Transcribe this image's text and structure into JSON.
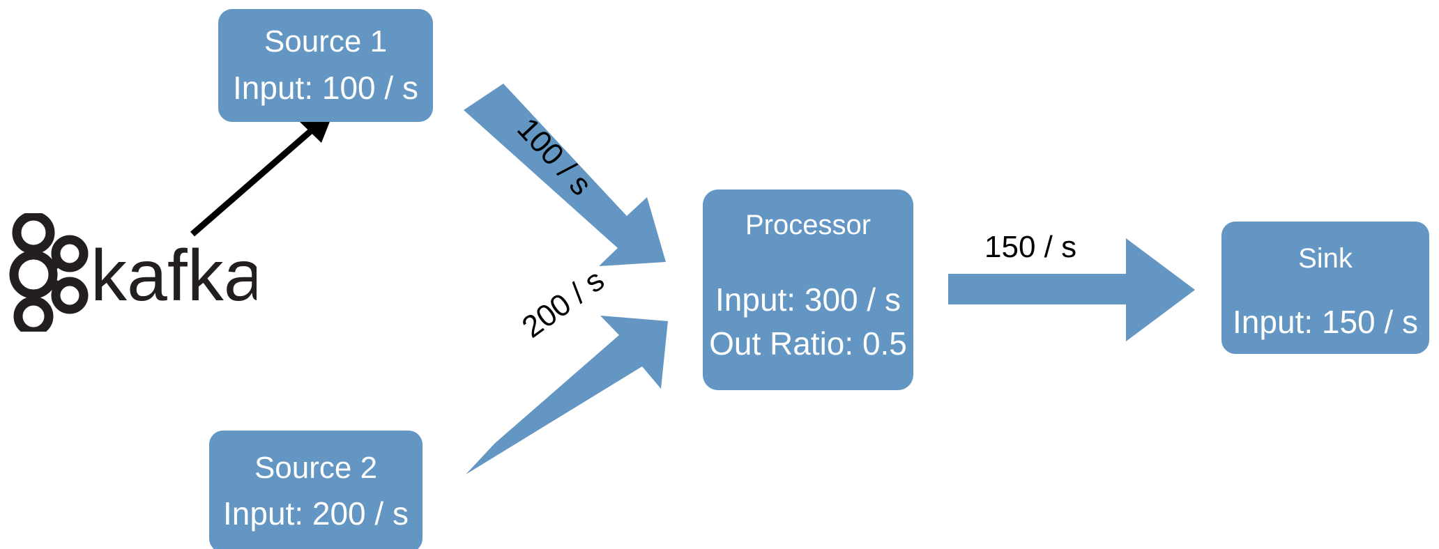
{
  "diagram": {
    "title": "Stream processing throughput diagram",
    "accent_color": "#6396C2",
    "text_on_accent": "#FFFFFF",
    "label_color": "#000000",
    "background": "#FFFFFF"
  },
  "logo": {
    "name": "kafka-logo",
    "wordmark": "kafka",
    "color": "#231F20"
  },
  "nodes": [
    {
      "id": "source1",
      "title": "Source 1",
      "detail": "Input: 100 / s"
    },
    {
      "id": "source2",
      "title": "Source 2",
      "detail": "Input: 200 / s"
    },
    {
      "id": "processor",
      "title": "Processor",
      "detail1": "Input: 300 / s",
      "detail2": "Out Ratio: 0.5"
    },
    {
      "id": "sink",
      "title": "Sink",
      "detail": "Input: 150 / s"
    }
  ],
  "edges": [
    {
      "id": "kafka-to-source1",
      "label": "",
      "style": "thin-black-arrow",
      "from": "kafka",
      "to": "source1"
    },
    {
      "id": "source1-to-processor",
      "label": "100 / s",
      "style": "thick-blue-arrow",
      "from": "source1",
      "to": "processor"
    },
    {
      "id": "source2-to-processor",
      "label": "200 / s",
      "style": "thick-blue-arrow",
      "from": "source2",
      "to": "processor"
    },
    {
      "id": "processor-to-sink",
      "label": "150 / s",
      "style": "thick-blue-arrow",
      "from": "processor",
      "to": "sink"
    }
  ]
}
